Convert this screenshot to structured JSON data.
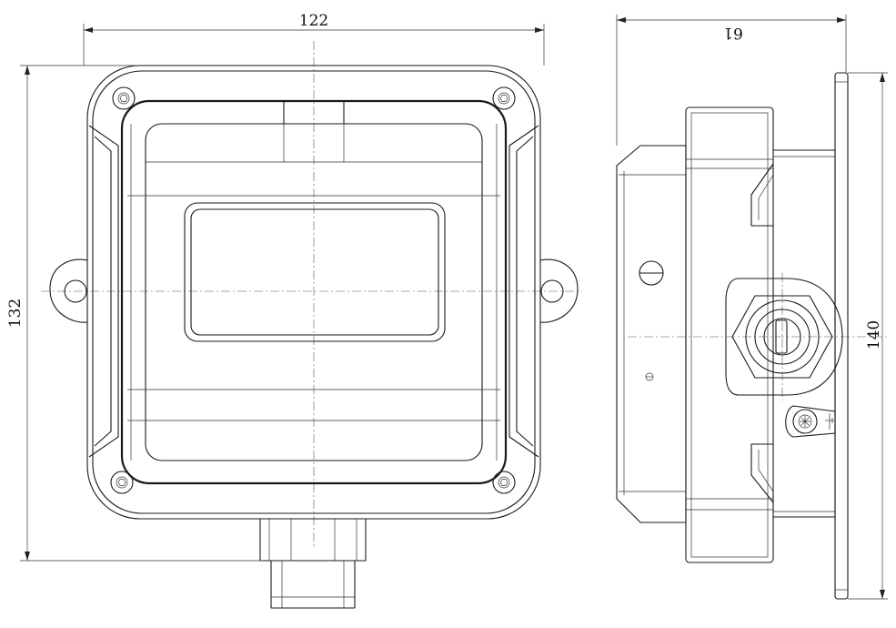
{
  "dimensions": {
    "front_width": "122",
    "front_height": "132",
    "side_width": "61",
    "side_height": "140"
  }
}
